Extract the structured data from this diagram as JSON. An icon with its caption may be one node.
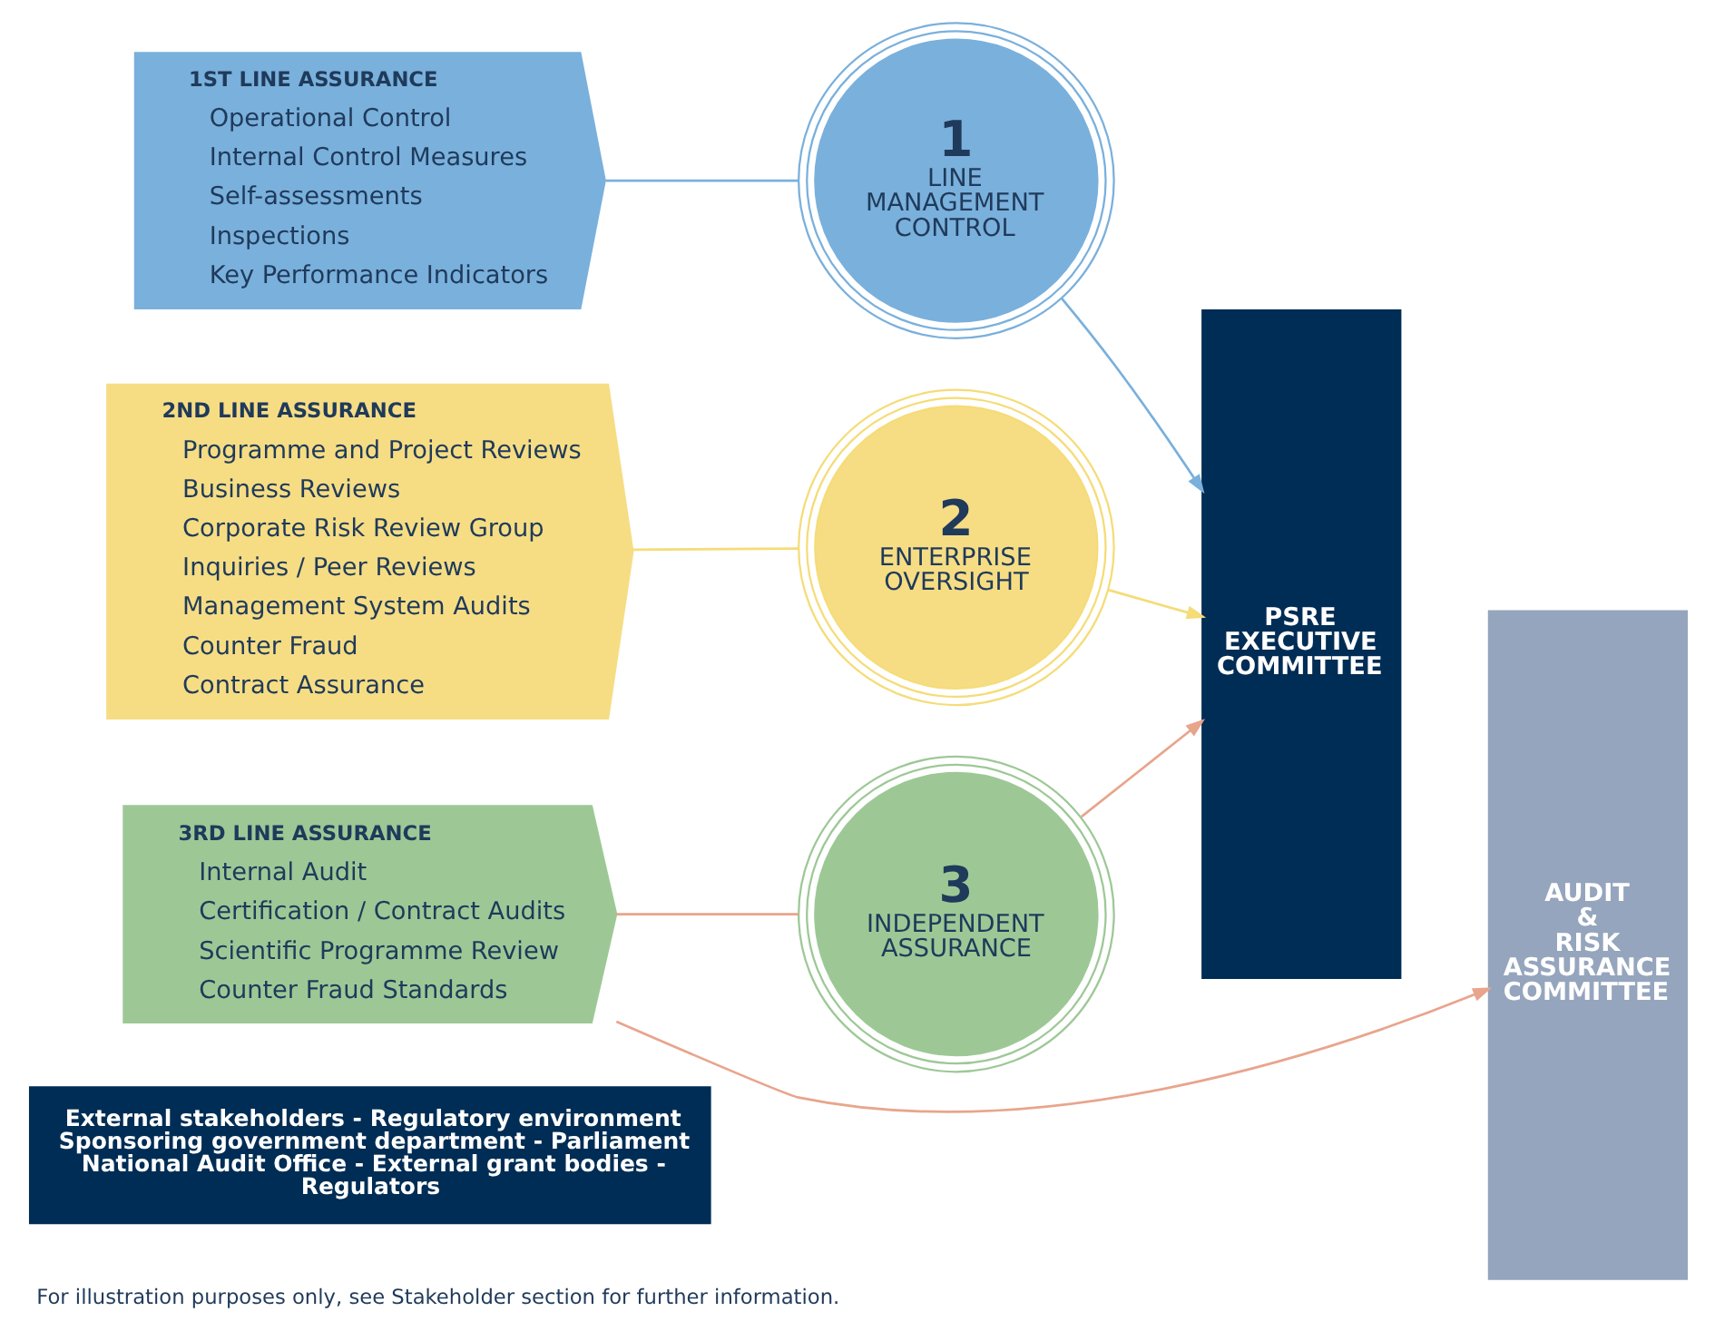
{
  "diagram": {
    "caption": "For illustration purposes only, see Stakeholder section for further information.",
    "nodes": [
      {
        "text": [
          "1ST LINE ASSURANCE",
          "Operational Control",
          "Internal Control Measures",
          "Self-assessments",
          "Inspections",
          "Key Performance Indicators"
        ]
      },
      {
        "text": [
          "1",
          "LINE MANAGEMENT CONTROL"
        ]
      },
      {
        "text": [
          "2ND LINE ASSURANCE",
          "Programme and Project Reviews",
          "Business Reviews",
          "Corporate Risk Review Group",
          "Inquiries / Peer Reviews",
          "Management System Audits",
          "Counter Fraud",
          "Contract Assurance"
        ]
      },
      {
        "text": [
          "2",
          "ENTERPRISE OVERSIGHT"
        ]
      },
      {
        "text": [
          "3RD LINE ASSURANCE",
          "Internal Audit",
          "Certification / Contract Audits",
          "Scientific Programme Review",
          "Counter Fraud Standards"
        ]
      },
      {
        "text": [
          "3",
          "INDEPENDENT ASSURANCE"
        ]
      },
      {
        "text": [
          "PSRE EXECUTIVE COMMITTEE"
        ]
      },
      {
        "text": [
          "AUDIT & RISK ASSURANCE COMMITTEE"
        ]
      },
      {
        "text": [
          "External stakeholders - Regulatory environment Sponsoring government department - Parliament National Audit Office - External grant bodies - Regulators"
        ]
      }
    ],
    "edges": [
      {
        "from": 0,
        "to": 1,
        "arrow": "none",
        "color": "#7ab0dc"
      },
      {
        "from": 1,
        "to": 6,
        "arrow": "to",
        "color": "#7ab0dc"
      },
      {
        "from": 2,
        "to": 3,
        "arrow": "none",
        "color": "#f5dc78"
      },
      {
        "from": 3,
        "to": 6,
        "arrow": "to",
        "color": "#f5dc78"
      },
      {
        "from": 4,
        "to": 5,
        "arrow": "none",
        "color": "#e8a58c"
      },
      {
        "from": 5,
        "to": 6,
        "arrow": "to",
        "color": "#e8a58c"
      },
      {
        "from": 4,
        "to": 7,
        "arrow": "to",
        "color": "#e8a58c"
      }
    ]
  }
}
